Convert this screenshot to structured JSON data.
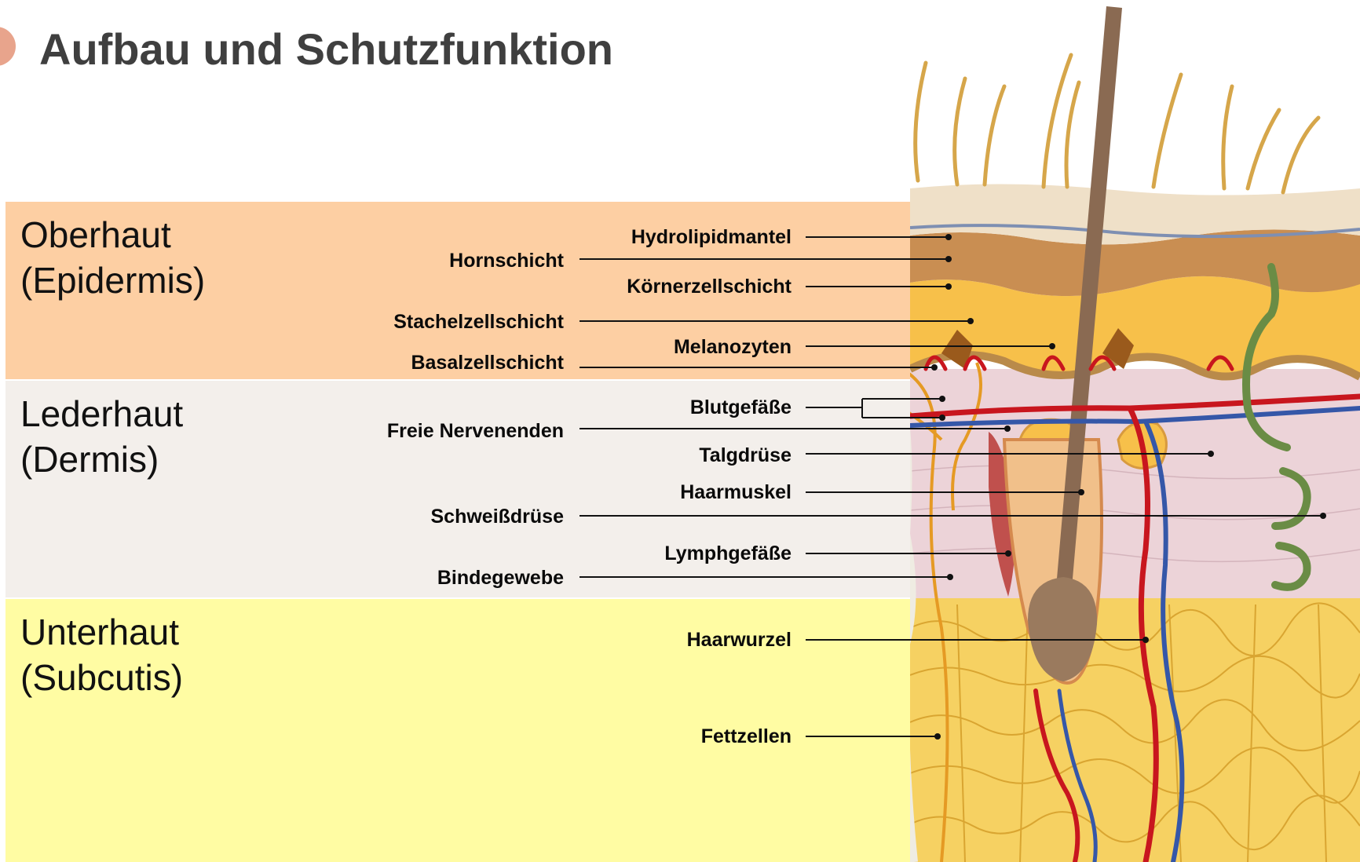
{
  "title": "Aufbau und Schutzfunktion",
  "layers": [
    {
      "id": "epidermis",
      "line1": "Oberhaut",
      "line2": "(Epidermis)",
      "color": "#fdcfa3"
    },
    {
      "id": "dermis",
      "line1": "Lederhaut",
      "line2": "(Dermis)",
      "color": "#f3efeb"
    },
    {
      "id": "subcutis",
      "line1": "Unterhaut",
      "line2": "(Subcutis)",
      "color": "#fffca3"
    }
  ],
  "labels_left": [
    "Hornschicht",
    "Stachelzellschicht",
    "Basalzellschicht",
    "Freie Nervenenden",
    "Schweißdrüse",
    "Bindegewebe"
  ],
  "labels_right": [
    "Hydrolipidmantel",
    "Körnerzellschicht",
    "Melanozyten",
    "Blutgefäße",
    "Talgdrüse",
    "Haarmuskel",
    "Lymphgefäße",
    "Haarwurzel",
    "Fettzellen"
  ],
  "colors": {
    "accent": "#e8a48c",
    "title": "#3f3f3f",
    "artery": "#c8161e",
    "vein": "#3557a8",
    "nerve": "#e59a24",
    "hair": "#8a6a52",
    "sweat_gland": "#6a8c45",
    "fat": "#f6d162"
  }
}
